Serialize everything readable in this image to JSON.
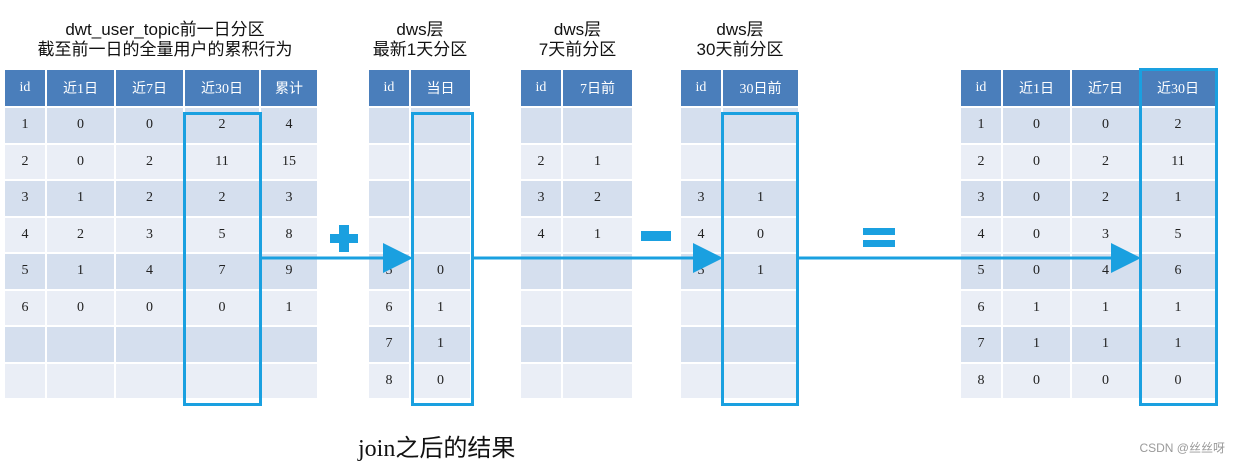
{
  "titles": {
    "t1": [
      "dwt_user_topic前一日分区",
      "截至前一日的全量用户的累积行为"
    ],
    "t2": [
      "dws层",
      "最新1天分区"
    ],
    "t3": [
      "dws层",
      "7天前分区"
    ],
    "t4": [
      "dws层",
      "30天前分区"
    ]
  },
  "tables": {
    "t1": {
      "headers": [
        "id",
        "近1日",
        "近7日",
        "近30日",
        "累计"
      ],
      "rows": [
        [
          "1",
          "0",
          "0",
          "2",
          "4"
        ],
        [
          "2",
          "0",
          "2",
          "11",
          "15"
        ],
        [
          "3",
          "1",
          "2",
          "2",
          "3"
        ],
        [
          "4",
          "2",
          "3",
          "5",
          "8"
        ],
        [
          "5",
          "1",
          "4",
          "7",
          "9"
        ],
        [
          "6",
          "0",
          "0",
          "0",
          "1"
        ],
        [
          "",
          "",
          "",
          "",
          ""
        ],
        [
          "",
          "",
          "",
          "",
          ""
        ]
      ]
    },
    "t2": {
      "headers": [
        "id",
        "当日"
      ],
      "rows": [
        [
          "",
          ""
        ],
        [
          "",
          ""
        ],
        [
          "",
          ""
        ],
        [
          "",
          ""
        ],
        [
          "5",
          "0"
        ],
        [
          "6",
          "1"
        ],
        [
          "7",
          "1"
        ],
        [
          "8",
          "0"
        ]
      ]
    },
    "t3": {
      "headers": [
        "id",
        "7日前"
      ],
      "rows": [
        [
          "",
          ""
        ],
        [
          "2",
          "1"
        ],
        [
          "3",
          "2"
        ],
        [
          "4",
          "1"
        ],
        [
          "",
          ""
        ],
        [
          "",
          ""
        ],
        [
          "",
          ""
        ],
        [
          "",
          ""
        ]
      ]
    },
    "t4": {
      "headers": [
        "id",
        "30日前"
      ],
      "rows": [
        [
          "",
          ""
        ],
        [
          "",
          ""
        ],
        [
          "3",
          "1"
        ],
        [
          "4",
          "0"
        ],
        [
          "5",
          "1"
        ],
        [
          "",
          ""
        ],
        [
          "",
          ""
        ],
        [
          "",
          ""
        ]
      ]
    },
    "t5": {
      "headers": [
        "id",
        "近1日",
        "近7日",
        "近30日"
      ],
      "rows": [
        [
          "1",
          "0",
          "0",
          "2"
        ],
        [
          "2",
          "0",
          "2",
          "11"
        ],
        [
          "3",
          "0",
          "2",
          "1"
        ],
        [
          "4",
          "0",
          "3",
          "5"
        ],
        [
          "5",
          "0",
          "4",
          "6"
        ],
        [
          "6",
          "1",
          "1",
          "1"
        ],
        [
          "7",
          "1",
          "1",
          "1"
        ],
        [
          "8",
          "0",
          "0",
          "0"
        ]
      ]
    }
  },
  "footer": "join之后的结果",
  "watermark": "CSDN @丝丝呀",
  "colors": {
    "header": "#4a7ebb",
    "accent": "#1aa0e0",
    "row_dark": "#d5dfee",
    "row_light": "#eaeef6"
  }
}
